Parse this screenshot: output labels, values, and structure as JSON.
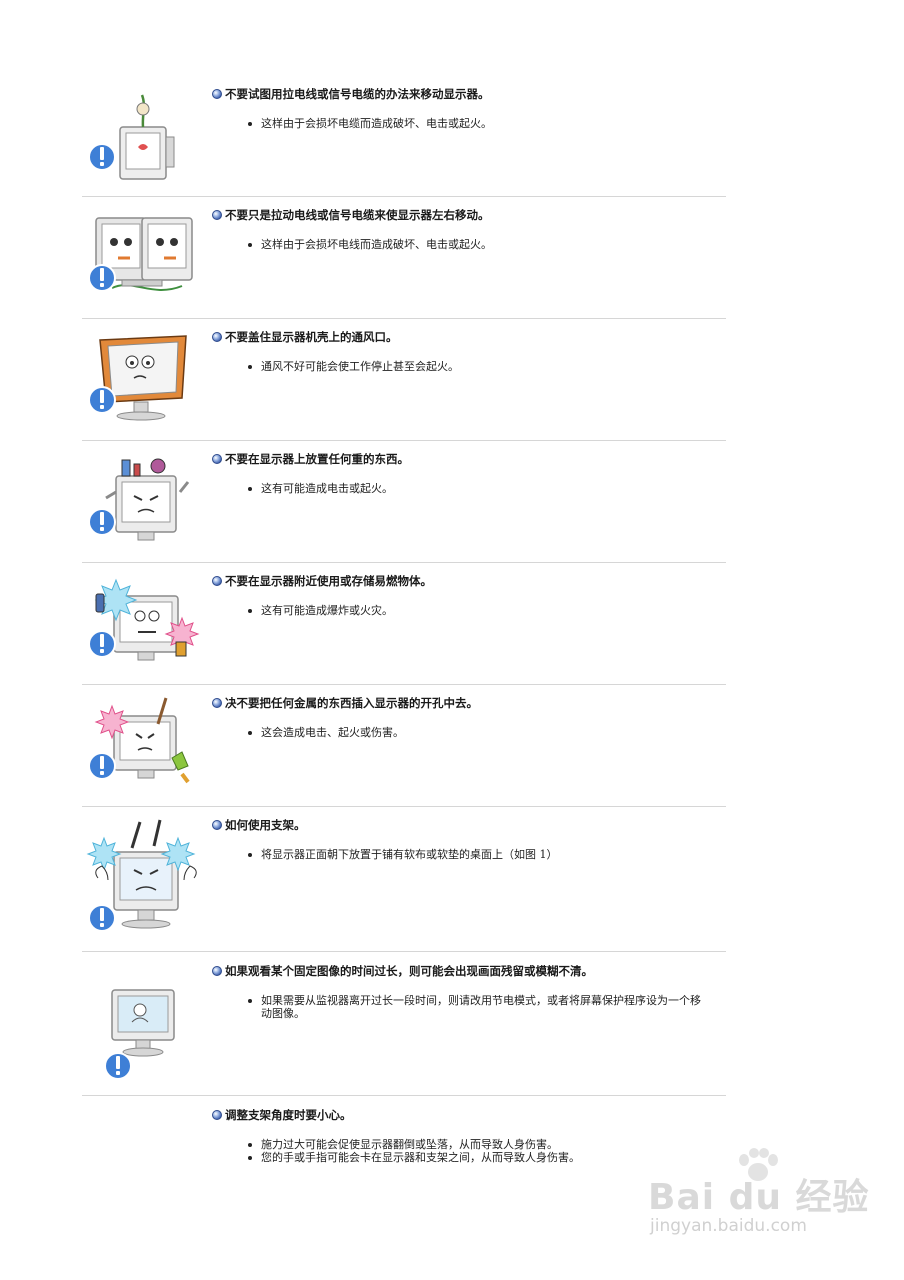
{
  "sections": [
    {
      "icon": "monitor-pulled-by-cable-icon",
      "heading": "不要试图用拉电线或信号电缆的办法来移动显示器。",
      "items": [
        "这样由于会损坏电缆而造成破坏、电击或起火。"
      ]
    },
    {
      "icon": "monitor-dragged-sideways-icon",
      "heading": "不要只是拉动电线或信号电缆来使显示器左右移动。",
      "items": [
        "这样由于会损坏电线而造成破坏、电击或起火。"
      ]
    },
    {
      "icon": "monitor-vent-covered-icon",
      "heading": "不要盖住显示器机壳上的通风口。",
      "items": [
        "通风不好可能会使工作停止甚至会起火。"
      ]
    },
    {
      "icon": "monitor-heavy-objects-icon",
      "heading": "不要在显示器上放置任何重的东西。",
      "items": [
        "这有可能造成电击或起火。"
      ]
    },
    {
      "icon": "monitor-flammables-icon",
      "heading": "不要在显示器附近使用或存储易燃物体。",
      "items": [
        "这有可能造成爆炸或火灾。"
      ]
    },
    {
      "icon": "monitor-metal-insert-icon",
      "heading": "决不要把任何金属的东西插入显示器的开孔中去。",
      "items": [
        "这会造成电击、起火或伤害。"
      ]
    },
    {
      "icon": "monitor-stand-usage-icon",
      "heading": "如何使用支架。",
      "items": [
        "将显示器正面朝下放置于铺有软布或软垫的桌面上（如图 1）"
      ]
    },
    {
      "icon": "monitor-still-image-icon",
      "heading": "如果观看某个固定图像的时间过长，则可能会出现画面残留或模糊不清。",
      "items": [
        "如果需要从监视器离开过长一段时间，则请改用节电模式，或者将屏幕保护程序设为一个移动图像。"
      ]
    },
    {
      "icon": "",
      "heading": "调整支架角度时要小心。",
      "items": [
        "施力过大可能会促使显示器翻倒或坠落，从而导致人身伤害。",
        "您的手或手指可能会卡在显示器和支架之间，从而导致人身伤害。"
      ]
    }
  ],
  "watermark": {
    "logo_text": "Bai du 经验",
    "url_text": "jingyan.baidu.com"
  },
  "colors": {
    "warning_blue": "#3e7fd6",
    "bullet_blue": "#2a4fa3",
    "divider": "#d6d6d6"
  }
}
